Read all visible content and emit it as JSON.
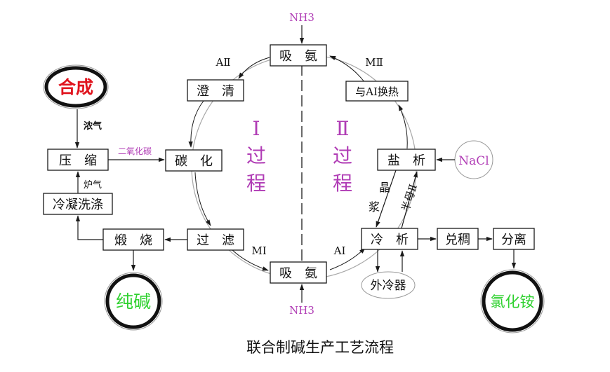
{
  "title": "联合制碱生产工艺流程",
  "boxes": {
    "top_absorb": "吸　氨",
    "clarify": "澄　清",
    "carbonize": "碳　化",
    "filter": "过　滤",
    "bottom_absorb": "吸　氨",
    "heat_exchange": "与AⅠ换热",
    "salt_out": "盐　析",
    "cool_out": "冷　析",
    "thicken": "兑稠",
    "separate": "分离",
    "compress": "压　缩",
    "condense_wash": "冷凝洗涤",
    "calcine": "煅　烧"
  },
  "ellipses": {
    "synthesis": "合成",
    "soda_ash": "纯碱",
    "ammonium_chloride": "氯化铵",
    "nacl": "NaCl",
    "external_cooler": "外冷器"
  },
  "labels": {
    "nh3_top": "NH3",
    "nh3_bottom": "NH3",
    "a2": "AⅡ",
    "m2": "MⅡ",
    "m1": "MⅠ",
    "a1": "AⅠ",
    "rich_gas": "浓气",
    "co2": "二氧化碳",
    "furnace_gas": "炉气",
    "crystal_slurry_1": "晶",
    "crystal_slurry_2": "浆",
    "half_mother_liquor": "半母Ⅱ",
    "process1_num": "Ⅰ",
    "process1_a": "过",
    "process1_b": "程",
    "process2_num": "Ⅱ",
    "process2_a": "过",
    "process2_b": "程"
  },
  "colors": {
    "line": "#1a1a1a",
    "circle": "#9a9a9a",
    "magenta": "#b03cb5",
    "red": "#e0141e",
    "green": "#2fd12f"
  }
}
